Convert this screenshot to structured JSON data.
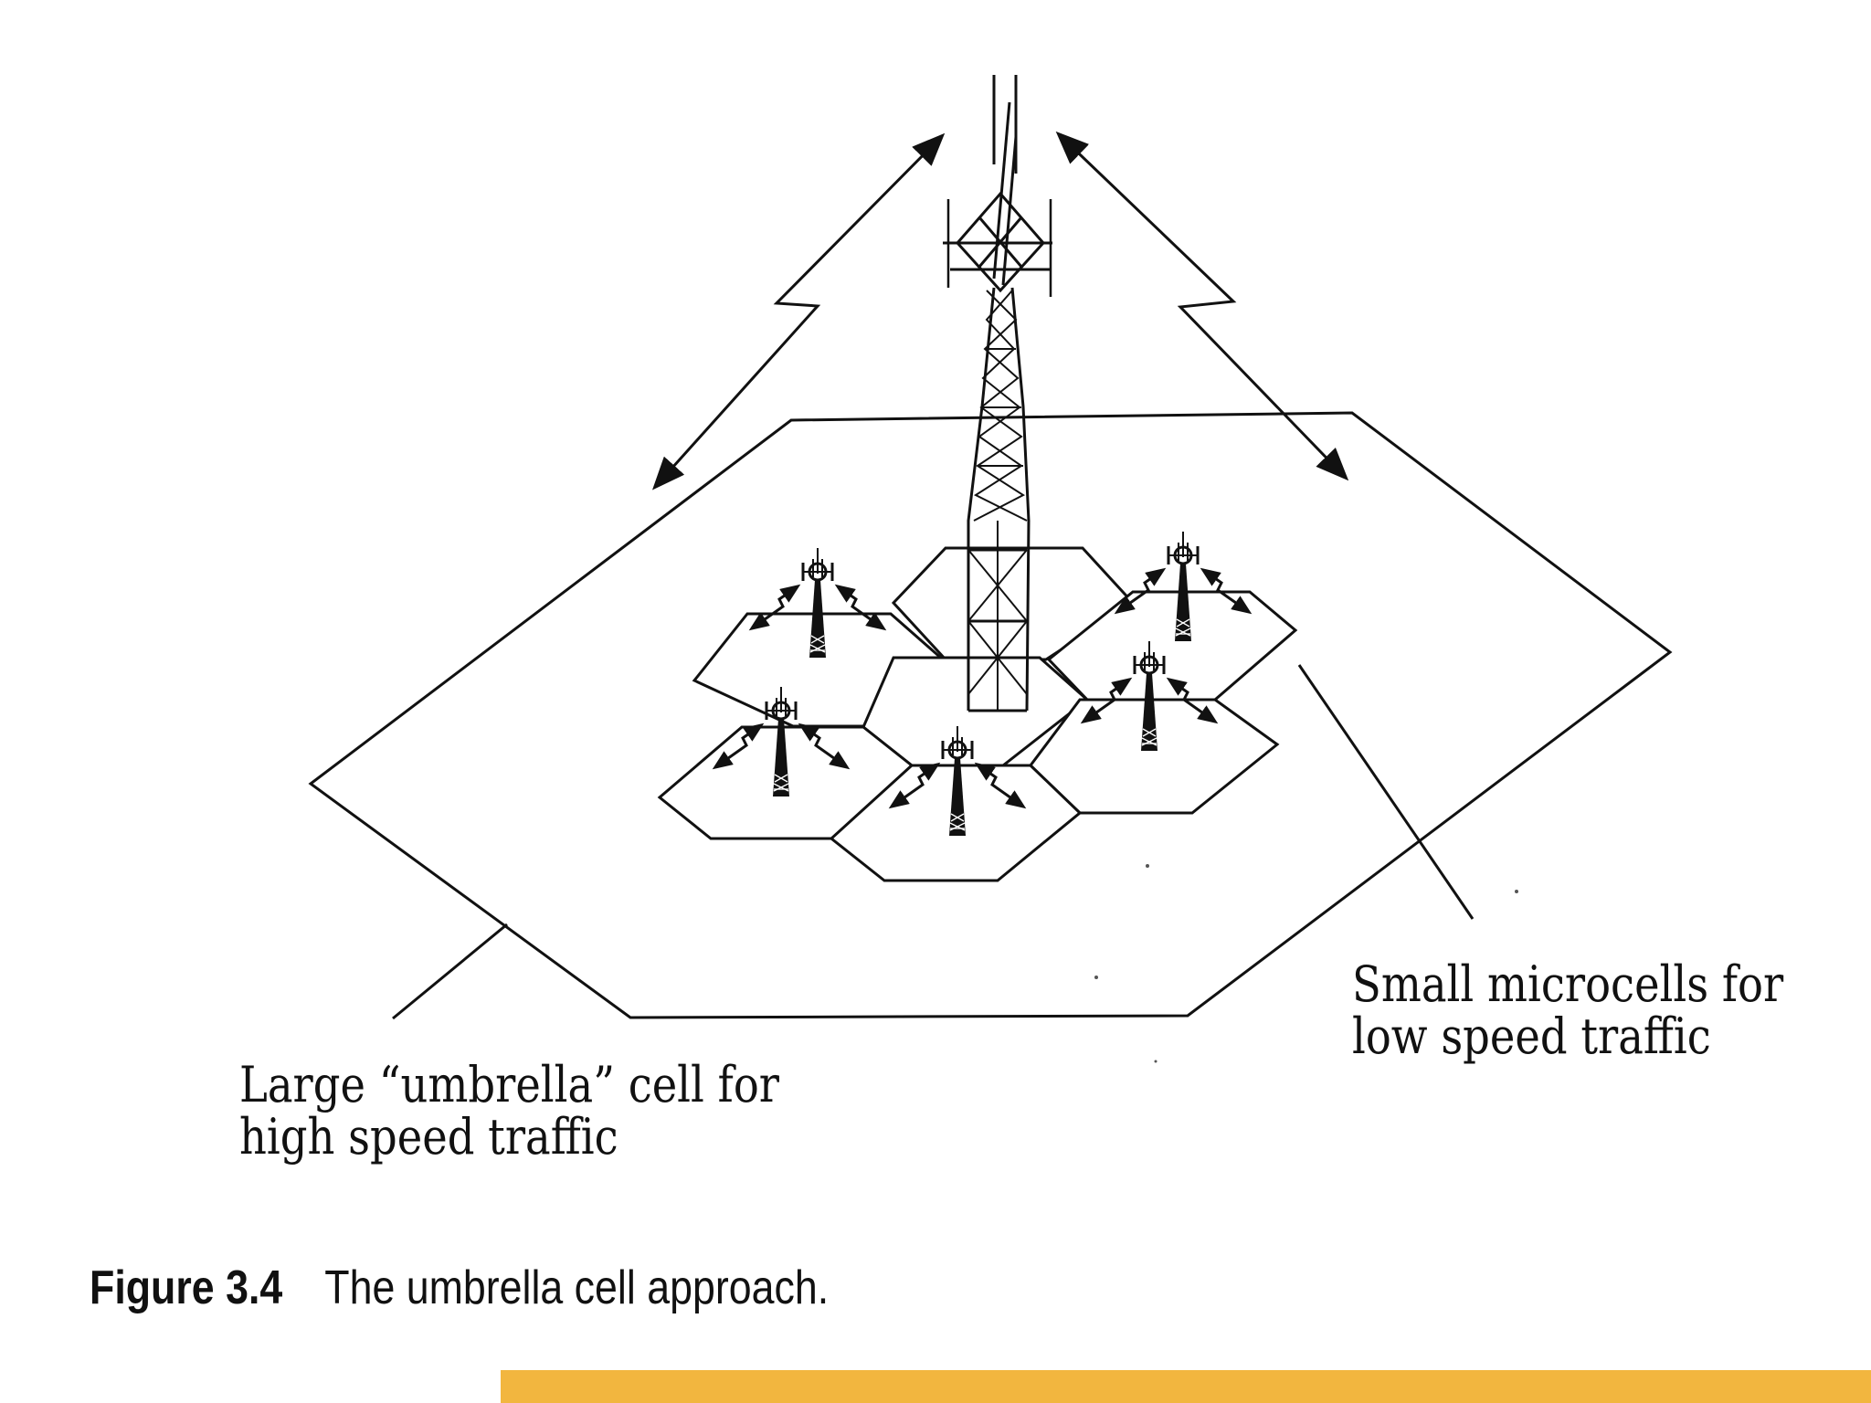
{
  "labels": {
    "umbrella": [
      "Large “umbrella” cell for",
      "high speed traffic"
    ],
    "microcells": [
      "Small microcells for",
      "low speed traffic"
    ]
  },
  "caption": {
    "number": "Figure 3.4",
    "text": "The umbrella cell approach."
  },
  "colors": {
    "ink": "#111111",
    "bar": "#f2b63f"
  }
}
